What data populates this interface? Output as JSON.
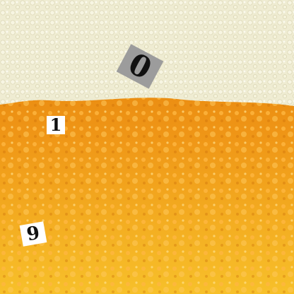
{
  "colors": {
    "foam": "#efecd2",
    "beer_top": "#e8860d",
    "beer_mid": "#f3a01a",
    "beer_bottom": "#f7c62a",
    "tile_grey": "#9c9c9c",
    "tile_white": "#ffffff"
  },
  "digits": [
    "0",
    "1",
    "9"
  ]
}
